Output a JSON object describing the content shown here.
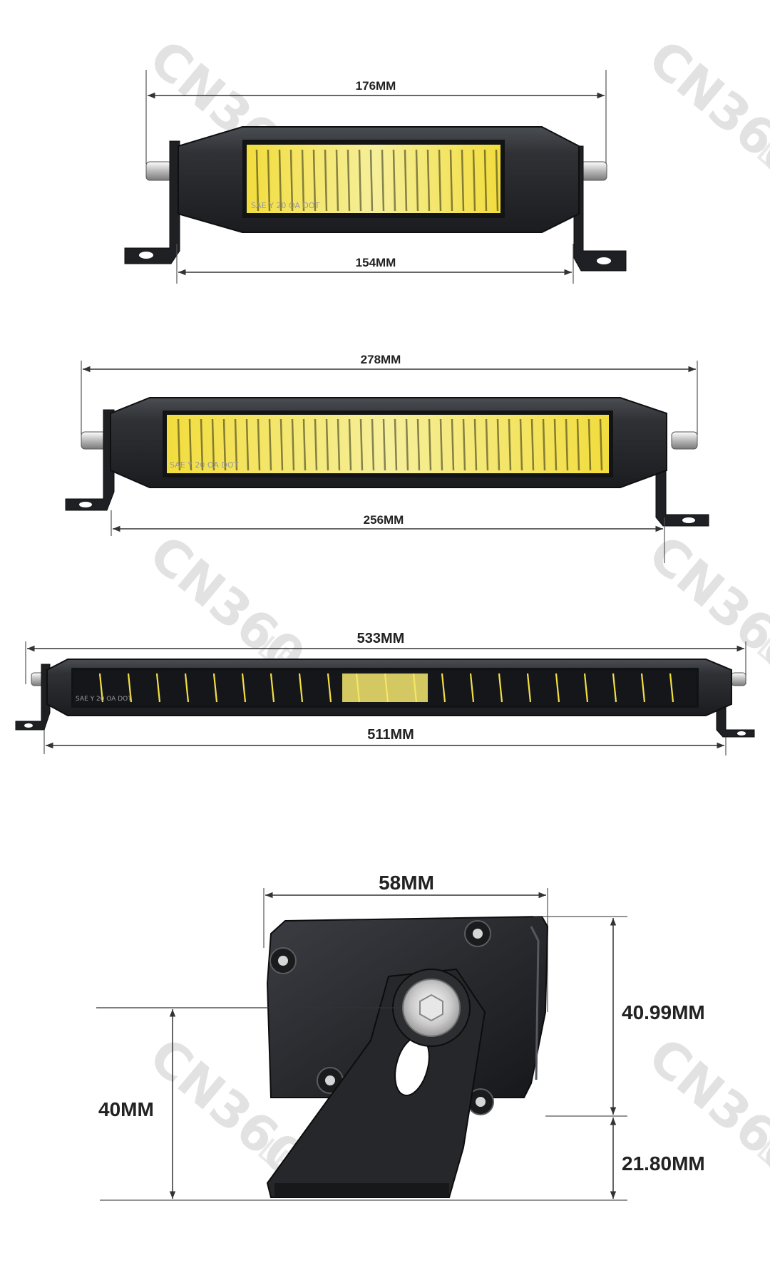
{
  "brand": {
    "watermark": "CN360",
    "watermark_suffix": "LED"
  },
  "colors": {
    "background": "#ffffff",
    "housing": "#2b2d30",
    "housing_edge": "#15171a",
    "led_amber": "#f4e04a",
    "led_white": "#f5f5ee",
    "dimension_line": "#333333",
    "label_text": "#222222"
  },
  "products": [
    {
      "marking": "SAE Y 20 OA DOT",
      "overall_length": "176MM",
      "mount_spacing": "154MM"
    },
    {
      "marking": "SAE Y 20 OA DOT",
      "overall_length": "278MM",
      "mount_spacing": "256MM"
    },
    {
      "marking": "SAE Y 20 OA DOT",
      "overall_length": "533MM",
      "mount_spacing": "511MM"
    }
  ],
  "side_view": {
    "depth": "58MM",
    "bolt_to_top": "40.99MM",
    "bolt_to_bottom": "21.80MM",
    "bolt_height": "40MM"
  }
}
